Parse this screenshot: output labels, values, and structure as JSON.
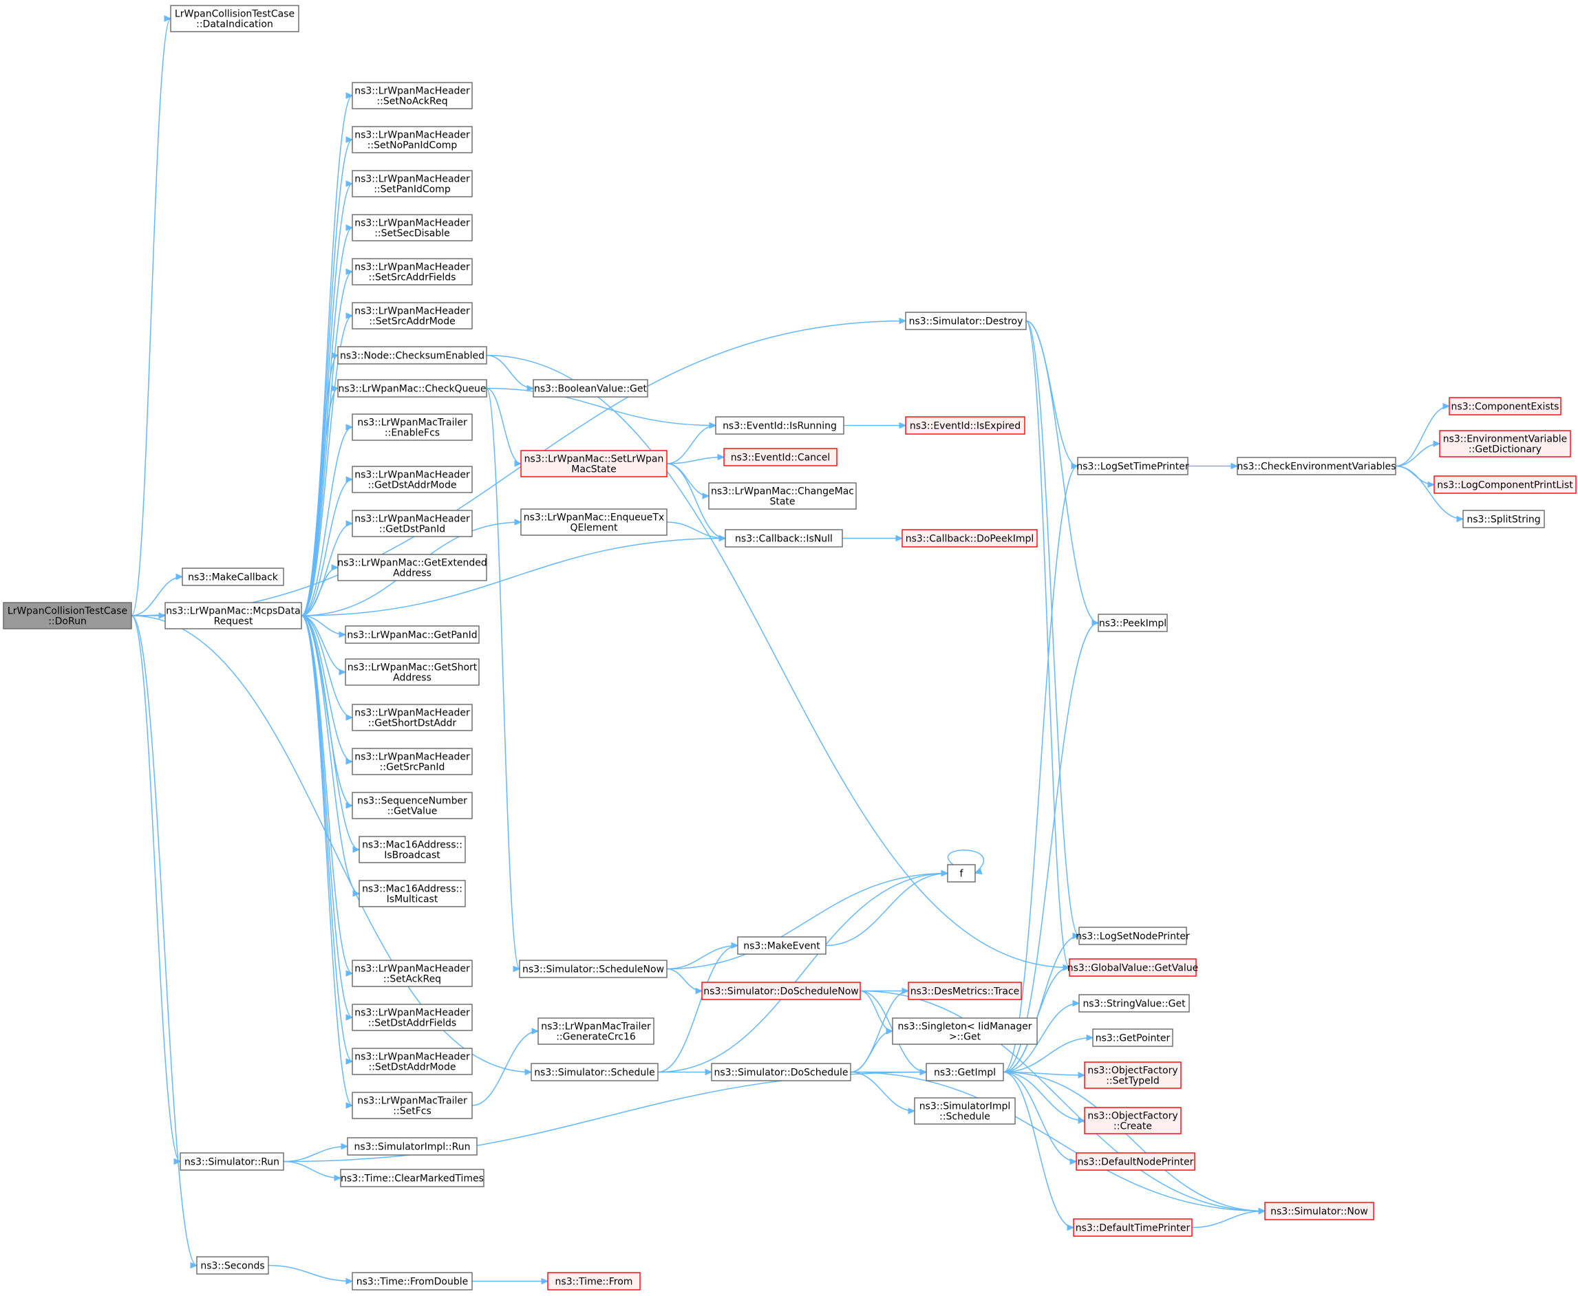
{
  "graph": {
    "nodes": [
      {
        "id": "root",
        "lines": [
          "LrWpanCollisionTestCase",
          "::DoRun"
        ],
        "style": "root"
      },
      {
        "id": "dataind",
        "lines": [
          "LrWpanCollisionTestCase",
          "::DataIndication"
        ],
        "style": "normal"
      },
      {
        "id": "makecallback",
        "lines": [
          "ns3::MakeCallback"
        ],
        "style": "normal"
      },
      {
        "id": "mcps",
        "lines": [
          "ns3::LrWpanMac::McpsData",
          "Request"
        ],
        "style": "normal"
      },
      {
        "id": "simrun",
        "lines": [
          "ns3::Simulator::Run"
        ],
        "style": "normal"
      },
      {
        "id": "seconds",
        "lines": [
          "ns3::Seconds"
        ],
        "style": "normal"
      },
      {
        "id": "setnoackreq",
        "lines": [
          "ns3::LrWpanMacHeader",
          "::SetNoAckReq"
        ],
        "style": "normal"
      },
      {
        "id": "setnopanidcomp",
        "lines": [
          "ns3::LrWpanMacHeader",
          "::SetNoPanIdComp"
        ],
        "style": "normal"
      },
      {
        "id": "setpanidcomp",
        "lines": [
          "ns3::LrWpanMacHeader",
          "::SetPanIdComp"
        ],
        "style": "normal"
      },
      {
        "id": "setsecdisable",
        "lines": [
          "ns3::LrWpanMacHeader",
          "::SetSecDisable"
        ],
        "style": "normal"
      },
      {
        "id": "setsrcaddrfields",
        "lines": [
          "ns3::LrWpanMacHeader",
          "::SetSrcAddrFields"
        ],
        "style": "normal"
      },
      {
        "id": "setsrcaddrmode",
        "lines": [
          "ns3::LrWpanMacHeader",
          "::SetSrcAddrMode"
        ],
        "style": "normal"
      },
      {
        "id": "checksum",
        "lines": [
          "ns3::Node::ChecksumEnabled"
        ],
        "style": "normal"
      },
      {
        "id": "checkqueue",
        "lines": [
          "ns3::LrWpanMac::CheckQueue"
        ],
        "style": "normal"
      },
      {
        "id": "enablefcs",
        "lines": [
          "ns3::LrWpanMacTrailer",
          "::EnableFcs"
        ],
        "style": "normal"
      },
      {
        "id": "getdstaddrmode",
        "lines": [
          "ns3::LrWpanMacHeader",
          "::GetDstAddrMode"
        ],
        "style": "normal"
      },
      {
        "id": "getdstpanid",
        "lines": [
          "ns3::LrWpanMacHeader",
          "::GetDstPanId"
        ],
        "style": "normal"
      },
      {
        "id": "getextaddr",
        "lines": [
          "ns3::LrWpanMac::GetExtended",
          "Address"
        ],
        "style": "normal"
      },
      {
        "id": "getpanid",
        "lines": [
          "ns3::LrWpanMac::GetPanId"
        ],
        "style": "normal"
      },
      {
        "id": "getshortaddr",
        "lines": [
          "ns3::LrWpanMac::GetShort",
          "Address"
        ],
        "style": "normal"
      },
      {
        "id": "getshortdstaddr",
        "lines": [
          "ns3::LrWpanMacHeader",
          "::GetShortDstAddr"
        ],
        "style": "normal"
      },
      {
        "id": "getsrcpanid",
        "lines": [
          "ns3::LrWpanMacHeader",
          "::GetSrcPanId"
        ],
        "style": "normal"
      },
      {
        "id": "seqgetvalue",
        "lines": [
          "ns3::SequenceNumber",
          "::GetValue"
        ],
        "style": "normal"
      },
      {
        "id": "isbroadcast",
        "lines": [
          "ns3::Mac16Address::",
          "IsBroadcast"
        ],
        "style": "normal"
      },
      {
        "id": "ismulticast",
        "lines": [
          "ns3::Mac16Address::",
          "IsMulticast"
        ],
        "style": "normal"
      },
      {
        "id": "setackreq",
        "lines": [
          "ns3::LrWpanMacHeader",
          "::SetAckReq"
        ],
        "style": "normal"
      },
      {
        "id": "setdstaddrfields",
        "lines": [
          "ns3::LrWpanMacHeader",
          "::SetDstAddrFields"
        ],
        "style": "normal"
      },
      {
        "id": "setdstaddrmode",
        "lines": [
          "ns3::LrWpanMacHeader",
          "::SetDstAddrMode"
        ],
        "style": "normal"
      },
      {
        "id": "setfcs",
        "lines": [
          "ns3::LrWpanMacTrailer",
          "::SetFcs"
        ],
        "style": "normal"
      },
      {
        "id": "implrun",
        "lines": [
          "ns3::SimulatorImpl::Run"
        ],
        "style": "normal"
      },
      {
        "id": "clearmarked",
        "lines": [
          "ns3::Time::ClearMarkedTimes"
        ],
        "style": "normal"
      },
      {
        "id": "fromdouble",
        "lines": [
          "ns3::Time::FromDouble"
        ],
        "style": "normal"
      },
      {
        "id": "timefrom",
        "lines": [
          "ns3::Time::From"
        ],
        "style": "red"
      },
      {
        "id": "boolget",
        "lines": [
          "ns3::BooleanValue::Get"
        ],
        "style": "normal"
      },
      {
        "id": "setstate",
        "lines": [
          "ns3::LrWpanMac::SetLrWpan",
          "MacState"
        ],
        "style": "red"
      },
      {
        "id": "enqueue",
        "lines": [
          "ns3::LrWpanMac::EnqueueTx",
          "QElement"
        ],
        "style": "normal"
      },
      {
        "id": "schedulenow",
        "lines": [
          "ns3::Simulator::ScheduleNow"
        ],
        "style": "normal"
      },
      {
        "id": "gencrc",
        "lines": [
          "ns3::LrWpanMacTrailer",
          "::GenerateCrc16"
        ],
        "style": "normal"
      },
      {
        "id": "schedule",
        "lines": [
          "ns3::Simulator::Schedule"
        ],
        "style": "normal"
      },
      {
        "id": "isrunning",
        "lines": [
          "ns3::EventId::IsRunning"
        ],
        "style": "normal"
      },
      {
        "id": "cancel",
        "lines": [
          "ns3::EventId::Cancel"
        ],
        "style": "red"
      },
      {
        "id": "changestate",
        "lines": [
          "ns3::LrWpanMac::ChangeMac",
          "State"
        ],
        "style": "normal"
      },
      {
        "id": "isnull",
        "lines": [
          "ns3::Callback::IsNull"
        ],
        "style": "normal"
      },
      {
        "id": "makeevent",
        "lines": [
          "ns3::MakeEvent"
        ],
        "style": "normal"
      },
      {
        "id": "doschednow",
        "lines": [
          "ns3::Simulator::DoScheduleNow"
        ],
        "style": "red"
      },
      {
        "id": "dosched",
        "lines": [
          "ns3::Simulator::DoSchedule"
        ],
        "style": "normal"
      },
      {
        "id": "destroy",
        "lines": [
          "ns3::Simulator::Destroy"
        ],
        "style": "normal"
      },
      {
        "id": "isexpired",
        "lines": [
          "ns3::EventId::IsExpired"
        ],
        "style": "red"
      },
      {
        "id": "dopeekimpl",
        "lines": [
          "ns3::Callback::DoPeekImpl"
        ],
        "style": "red"
      },
      {
        "id": "f",
        "lines": [
          "f"
        ],
        "style": "normal"
      },
      {
        "id": "destrace",
        "lines": [
          "ns3::DesMetrics::Trace"
        ],
        "style": "red"
      },
      {
        "id": "singleton",
        "lines": [
          "ns3::Singleton< IidManager",
          " >::Get"
        ],
        "style": "normal"
      },
      {
        "id": "getimpl",
        "lines": [
          "ns3::GetImpl"
        ],
        "style": "normal"
      },
      {
        "id": "implschedule",
        "lines": [
          "ns3::SimulatorImpl",
          "::Schedule"
        ],
        "style": "normal"
      },
      {
        "id": "logsettime",
        "lines": [
          "ns3::LogSetTimePrinter"
        ],
        "style": "normal"
      },
      {
        "id": "peekimpl",
        "lines": [
          "ns3::PeekImpl"
        ],
        "style": "normal"
      },
      {
        "id": "logsetnode",
        "lines": [
          "ns3::LogSetNodePrinter"
        ],
        "style": "normal"
      },
      {
        "id": "gvgetvalue",
        "lines": [
          "ns3::GlobalValue::GetValue"
        ],
        "style": "red"
      },
      {
        "id": "strget",
        "lines": [
          "ns3::StringValue::Get"
        ],
        "style": "normal"
      },
      {
        "id": "getpointer",
        "lines": [
          "ns3::GetPointer"
        ],
        "style": "normal"
      },
      {
        "id": "ofsettypeid",
        "lines": [
          "ns3::ObjectFactory",
          "::SetTypeId"
        ],
        "style": "red"
      },
      {
        "id": "ofcreate",
        "lines": [
          "ns3::ObjectFactory",
          "::Create"
        ],
        "style": "red"
      },
      {
        "id": "defnodeprinter",
        "lines": [
          "ns3::DefaultNodePrinter"
        ],
        "style": "red"
      },
      {
        "id": "deftimeprinter",
        "lines": [
          "ns3::DefaultTimePrinter"
        ],
        "style": "red"
      },
      {
        "id": "simnow",
        "lines": [
          "ns3::Simulator::Now"
        ],
        "style": "red"
      },
      {
        "id": "checkenv",
        "lines": [
          "ns3::CheckEnvironmentVariables"
        ],
        "style": "normal"
      },
      {
        "id": "compexists",
        "lines": [
          "ns3::ComponentExists"
        ],
        "style": "red"
      },
      {
        "id": "envdict",
        "lines": [
          "ns3::EnvironmentVariable",
          "::GetDictionary"
        ],
        "style": "red"
      },
      {
        "id": "logcomplist",
        "lines": [
          "ns3::LogComponentPrintList"
        ],
        "style": "red"
      },
      {
        "id": "splitstring",
        "lines": [
          "ns3::SplitString"
        ],
        "style": "normal"
      }
    ],
    "edges": [
      [
        "root",
        "dataind"
      ],
      [
        "root",
        "makecallback"
      ],
      [
        "root",
        "mcps"
      ],
      [
        "root",
        "simrun"
      ],
      [
        "root",
        "seconds"
      ],
      [
        "root",
        "destroy"
      ],
      [
        "root",
        "schedule"
      ],
      [
        "mcps",
        "setnoackreq"
      ],
      [
        "mcps",
        "setnopanidcomp"
      ],
      [
        "mcps",
        "setpanidcomp"
      ],
      [
        "mcps",
        "setsecdisable"
      ],
      [
        "mcps",
        "setsrcaddrfields"
      ],
      [
        "mcps",
        "setsrcaddrmode"
      ],
      [
        "mcps",
        "checksum"
      ],
      [
        "mcps",
        "checkqueue"
      ],
      [
        "mcps",
        "enablefcs"
      ],
      [
        "mcps",
        "enqueue"
      ],
      [
        "mcps",
        "getdstaddrmode"
      ],
      [
        "mcps",
        "getdstpanid"
      ],
      [
        "mcps",
        "getextaddr"
      ],
      [
        "mcps",
        "getpanid"
      ],
      [
        "mcps",
        "getshortaddr"
      ],
      [
        "mcps",
        "getshortdstaddr"
      ],
      [
        "mcps",
        "getsrcpanid"
      ],
      [
        "mcps",
        "seqgetvalue"
      ],
      [
        "mcps",
        "isbroadcast"
      ],
      [
        "mcps",
        "ismulticast"
      ],
      [
        "mcps",
        "isnull"
      ],
      [
        "mcps",
        "setackreq"
      ],
      [
        "mcps",
        "setdstaddrfields"
      ],
      [
        "mcps",
        "setdstaddrmode"
      ],
      [
        "mcps",
        "setfcs"
      ],
      [
        "simrun",
        "implrun"
      ],
      [
        "simrun",
        "clearmarked"
      ],
      [
        "simrun",
        "getimpl"
      ],
      [
        "seconds",
        "fromdouble"
      ],
      [
        "fromdouble",
        "timefrom"
      ],
      [
        "checksum",
        "boolget"
      ],
      [
        "checksum",
        "gvgetvalue"
      ],
      [
        "checkqueue",
        "isrunning"
      ],
      [
        "checkqueue",
        "setstate"
      ],
      [
        "checkqueue",
        "schedulenow"
      ],
      [
        "setstate",
        "isrunning"
      ],
      [
        "setstate",
        "cancel"
      ],
      [
        "setstate",
        "changestate"
      ],
      [
        "setstate",
        "isnull"
      ],
      [
        "enqueue",
        "isnull"
      ],
      [
        "setfcs",
        "gencrc"
      ],
      [
        "schedulenow",
        "f"
      ],
      [
        "schedulenow",
        "makeevent"
      ],
      [
        "schedulenow",
        "doschednow"
      ],
      [
        "schedule",
        "f"
      ],
      [
        "schedule",
        "makeevent"
      ],
      [
        "schedule",
        "dosched"
      ],
      [
        "isrunning",
        "isexpired"
      ],
      [
        "isnull",
        "dopeekimpl"
      ],
      [
        "makeevent",
        "f"
      ],
      [
        "f",
        "f"
      ],
      [
        "doschednow",
        "destrace"
      ],
      [
        "doschednow",
        "singleton"
      ],
      [
        "doschednow",
        "getimpl"
      ],
      [
        "doschednow",
        "simnow"
      ],
      [
        "dosched",
        "destrace"
      ],
      [
        "dosched",
        "singleton"
      ],
      [
        "dosched",
        "getimpl"
      ],
      [
        "dosched",
        "implschedule"
      ],
      [
        "dosched",
        "simnow"
      ],
      [
        "destroy",
        "logsettime"
      ],
      [
        "destroy",
        "peekimpl"
      ],
      [
        "destroy",
        "logsetnode"
      ],
      [
        "destroy",
        "gvgetvalue"
      ],
      [
        "getimpl",
        "logsettime"
      ],
      [
        "getimpl",
        "peekimpl"
      ],
      [
        "getimpl",
        "logsetnode"
      ],
      [
        "getimpl",
        "gvgetvalue"
      ],
      [
        "getimpl",
        "strget"
      ],
      [
        "getimpl",
        "getpointer"
      ],
      [
        "getimpl",
        "ofsettypeid"
      ],
      [
        "getimpl",
        "ofcreate"
      ],
      [
        "getimpl",
        "defnodeprinter"
      ],
      [
        "getimpl",
        "deftimeprinter"
      ],
      [
        "getimpl",
        "simnow"
      ],
      [
        "deftimeprinter",
        "simnow"
      ],
      [
        "logsettime",
        "checkenv"
      ],
      [
        "checkenv",
        "compexists"
      ],
      [
        "checkenv",
        "envdict"
      ],
      [
        "checkenv",
        "logcomplist"
      ],
      [
        "checkenv",
        "splitstring"
      ]
    ]
  }
}
